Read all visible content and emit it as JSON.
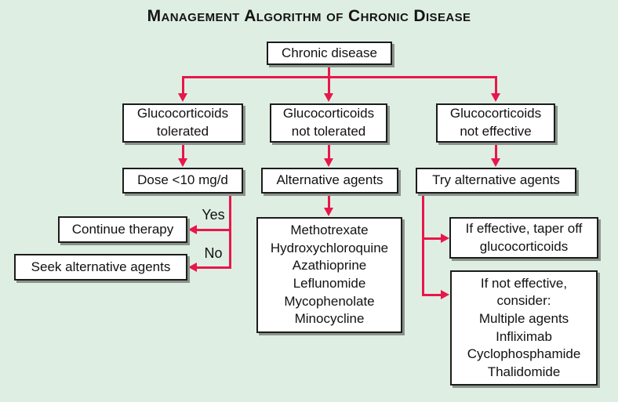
{
  "title": "Management Algorithm of Chronic Disease",
  "colors": {
    "background": "#dfeee3",
    "arrow": "#e8174b",
    "box_fill": "#ffffff",
    "box_border": "#1c1c1c",
    "box_shadow": "#8a938b",
    "text": "#111111"
  },
  "nodes": {
    "chronic_disease": {
      "label": "Chronic disease"
    },
    "gc_tolerated": {
      "label": "Glucocorticoids\ntolerated"
    },
    "gc_not_tolerated": {
      "label": "Glucocorticoids\nnot tolerated"
    },
    "gc_not_effective": {
      "label": "Glucocorticoids\nnot effective"
    },
    "dose": {
      "label": "Dose <10 mg/d"
    },
    "alternative_agents": {
      "label": "Alternative agents"
    },
    "try_alternative_agents": {
      "label": "Try alternative agents"
    },
    "continue_therapy": {
      "label": "Continue therapy"
    },
    "seek_alternative_agents": {
      "label": "Seek alternative agents"
    },
    "drug_list": {
      "label": "Methotrexate\nHydroxychloroquine\nAzathioprine\nLeflunomide\nMycophenolate\nMinocycline"
    },
    "taper_off": {
      "label": "If effective, taper off\nglucocorticoids"
    },
    "not_effective_consider": {
      "label": "If not effective,\nconsider:\nMultiple agents\nInfliximab\nCyclophosphamide\nThalidomide"
    }
  },
  "edge_labels": {
    "yes": "Yes",
    "no": "No"
  }
}
